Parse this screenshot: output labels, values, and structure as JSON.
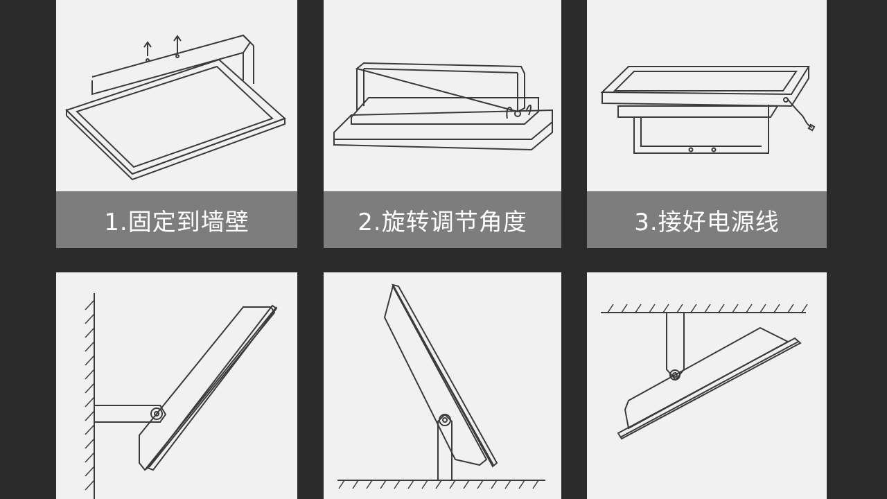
{
  "steps": [
    {
      "label": "1.固定到墙壁",
      "icon": "wall-fixing-icon"
    },
    {
      "label": "2.旋转调节角度",
      "icon": "rotate-angle-icon"
    },
    {
      "label": "3.接好电源线",
      "icon": "power-cable-icon"
    }
  ],
  "mounts": [
    {
      "icon": "wall-mount-icon"
    },
    {
      "icon": "ground-mount-icon"
    },
    {
      "icon": "ceiling-mount-icon"
    }
  ],
  "colors": {
    "background": "#2b2b2b",
    "panel": "#f1f1f1",
    "caption_bar": "#7d7d7d",
    "line": "#3a3a3a"
  }
}
